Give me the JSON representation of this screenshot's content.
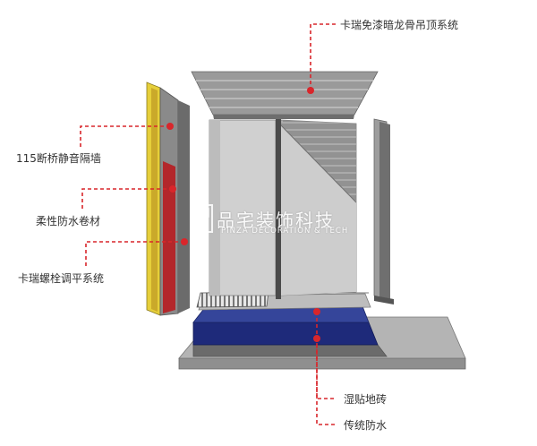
{
  "labels": {
    "ceiling": "卡瑞免漆暗龙骨吊顶系统",
    "soundwall": "115断桥静音隔墙",
    "membrane": "柔性防水卷材",
    "leveling": "卡瑞螺栓调平系统",
    "wet_tile": "湿贴地砖",
    "traditional_waterproof": "传统防水"
  },
  "watermark": {
    "brand_cn": "品宅装饰科技",
    "brand_en": "PINZA DECORATION & TECH"
  },
  "colors": {
    "leader": "#d9262b",
    "panel_light": "#cfcfcf",
    "panel_dark": "#7c7c7c",
    "yellow_stud": "#e6cf3a",
    "blue_base": "#1e2a7a",
    "slab": "#a9a9a9"
  }
}
